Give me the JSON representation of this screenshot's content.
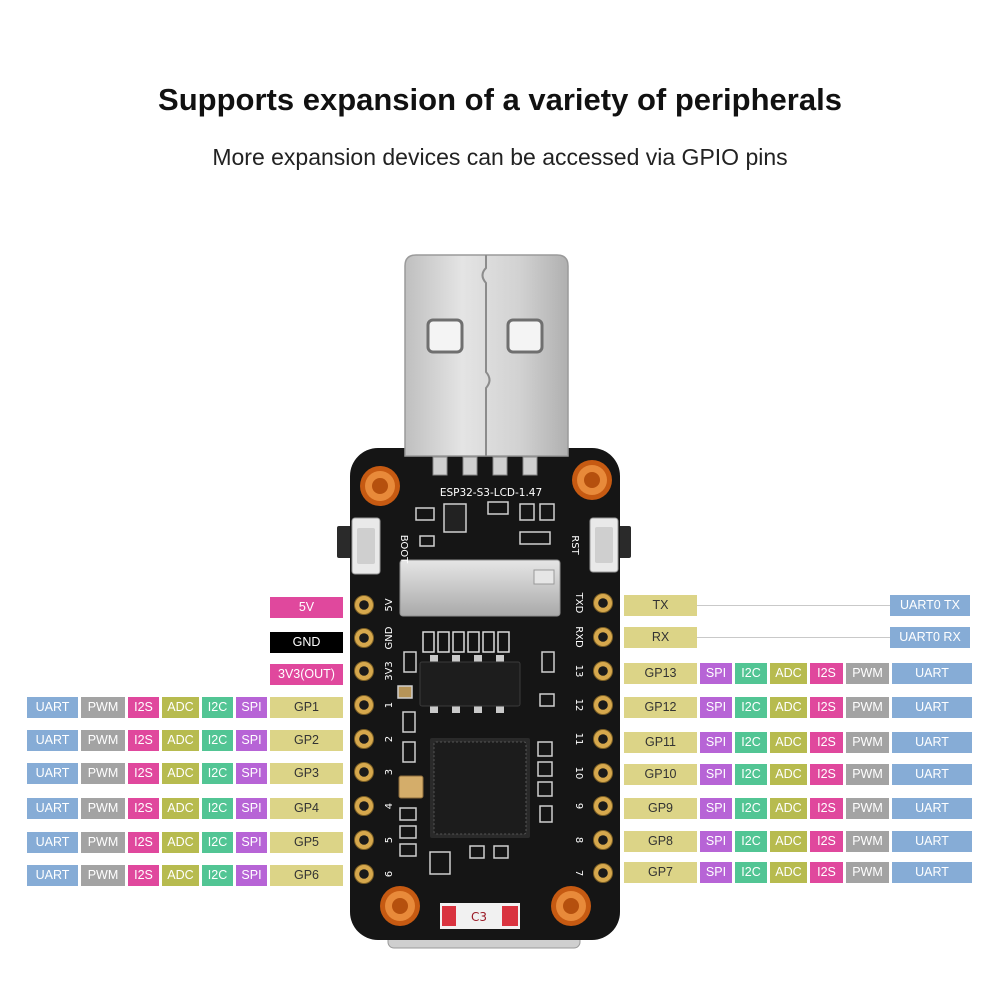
{
  "title": "Supports expansion of a variety of peripherals",
  "subtitle": "More expansion devices can be accessed via GPIO pins",
  "board": {
    "model_silkscreen": "ESP32-S3-LCD-1.47",
    "boot_label": "BOOT",
    "reset_label": "RST",
    "left_header_silkscreen": [
      "5V",
      "GND",
      "3V3",
      "1",
      "2",
      "3",
      "4",
      "5",
      "6"
    ],
    "right_header_silkscreen": [
      "TXD",
      "RXD",
      "13",
      "12",
      "11",
      "10",
      "9",
      "8",
      "7"
    ],
    "bottom_marking": "C3"
  },
  "colors": {
    "UART": "#86acd6",
    "PWM": "#a3a3a3",
    "I2S": "#e0489d",
    "ADC": "#b7bb4f",
    "I2C": "#52c594",
    "SPI": "#b764d6",
    "GPIO": "#dcd487",
    "GPIO_text": "#333333",
    "pcb": "#151515",
    "mounting_hole": "#e2792a",
    "header_pin": "#d6a84d",
    "connector_line": "#c9c9c9"
  },
  "power_pins": [
    {
      "label": "5V",
      "color": "#e0489d"
    },
    {
      "label": "GND",
      "color": "#000000"
    },
    {
      "label": "3V3(OUT)",
      "color": "#e0489d"
    }
  ],
  "left_gpio": [
    {
      "pin": "GP1",
      "functions": [
        "UART",
        "PWM",
        "I2S",
        "ADC",
        "I2C",
        "SPI"
      ]
    },
    {
      "pin": "GP2",
      "functions": [
        "UART",
        "PWM",
        "I2S",
        "ADC",
        "I2C",
        "SPI"
      ]
    },
    {
      "pin": "GP3",
      "functions": [
        "UART",
        "PWM",
        "I2S",
        "ADC",
        "I2C",
        "SPI"
      ]
    },
    {
      "pin": "GP4",
      "functions": [
        "UART",
        "PWM",
        "I2S",
        "ADC",
        "I2C",
        "SPI"
      ]
    },
    {
      "pin": "GP5",
      "functions": [
        "UART",
        "PWM",
        "I2S",
        "ADC",
        "I2C",
        "SPI"
      ]
    },
    {
      "pin": "GP6",
      "functions": [
        "UART",
        "PWM",
        "I2S",
        "ADC",
        "I2C",
        "SPI"
      ]
    }
  ],
  "uart_pins": [
    {
      "pin": "TX",
      "function": "UART0 TX"
    },
    {
      "pin": "RX",
      "function": "UART0 RX"
    }
  ],
  "right_gpio": [
    {
      "pin": "GP13",
      "functions": [
        "SPI",
        "I2C",
        "ADC",
        "I2S",
        "PWM",
        "UART"
      ]
    },
    {
      "pin": "GP12",
      "functions": [
        "SPI",
        "I2C",
        "ADC",
        "I2S",
        "PWM",
        "UART"
      ]
    },
    {
      "pin": "GP11",
      "functions": [
        "SPI",
        "I2C",
        "ADC",
        "I2S",
        "PWM",
        "UART"
      ]
    },
    {
      "pin": "GP10",
      "functions": [
        "SPI",
        "I2C",
        "ADC",
        "I2S",
        "PWM",
        "UART"
      ]
    },
    {
      "pin": "GP9",
      "functions": [
        "SPI",
        "I2C",
        "ADC",
        "I2S",
        "PWM",
        "UART"
      ]
    },
    {
      "pin": "GP8",
      "functions": [
        "SPI",
        "I2C",
        "ADC",
        "I2S",
        "PWM",
        "UART"
      ]
    },
    {
      "pin": "GP7",
      "functions": [
        "SPI",
        "I2C",
        "ADC",
        "I2S",
        "PWM",
        "UART"
      ]
    }
  ]
}
